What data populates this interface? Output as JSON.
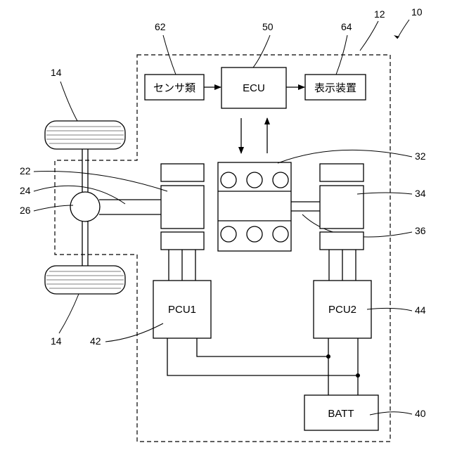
{
  "refs": {
    "vehicle": "10",
    "boundary": "12",
    "wheel_top": "14",
    "wheel_bottom": "14",
    "motor1": "22",
    "shaft": "24",
    "differential": "26",
    "engine": "32",
    "motor2": "34",
    "engine_shaft": "36",
    "battery": "40",
    "pcu1": "42",
    "pcu2": "44",
    "ecu": "50",
    "sensors": "62",
    "display": "64"
  },
  "labels": {
    "sensors": "センサ類",
    "ecu": "ECU",
    "display": "表示装置",
    "pcu1": "PCU1",
    "pcu2": "PCU2",
    "battery": "BATT"
  }
}
